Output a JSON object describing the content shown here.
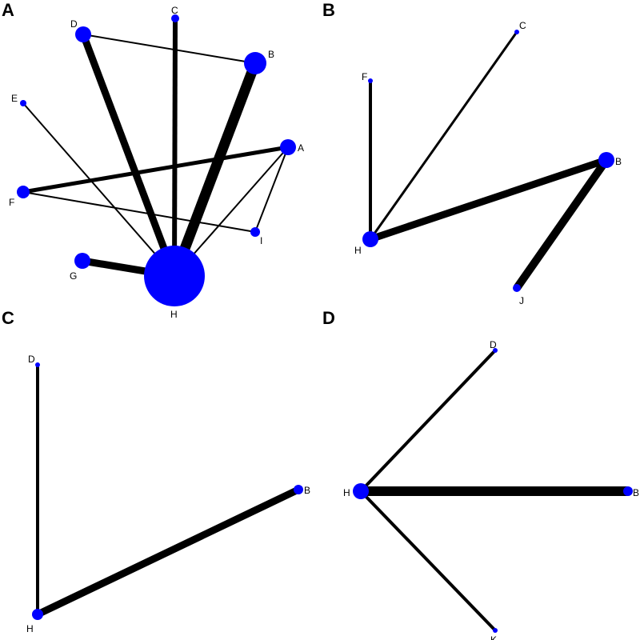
{
  "colors": {
    "node": "#0000ff",
    "edge": "#000000",
    "background": "#ffffff"
  },
  "panels": [
    {
      "label": "A",
      "nodes": [
        "A",
        "B",
        "C",
        "D",
        "E",
        "F",
        "G",
        "H",
        "I"
      ],
      "edges": [
        [
          "D",
          "B"
        ],
        [
          "D",
          "H"
        ],
        [
          "C",
          "H"
        ],
        [
          "B",
          "H"
        ],
        [
          "E",
          "H"
        ],
        [
          "F",
          "A"
        ],
        [
          "F",
          "I"
        ],
        [
          "A",
          "H"
        ],
        [
          "A",
          "I"
        ],
        [
          "G",
          "H"
        ]
      ]
    },
    {
      "label": "B",
      "nodes": [
        "C",
        "F",
        "B",
        "H",
        "J"
      ],
      "edges": [
        [
          "F",
          "H"
        ],
        [
          "C",
          "H"
        ],
        [
          "H",
          "B"
        ],
        [
          "B",
          "J"
        ]
      ]
    },
    {
      "label": "C",
      "nodes": [
        "D",
        "B",
        "H"
      ],
      "edges": [
        [
          "D",
          "H"
        ],
        [
          "H",
          "B"
        ]
      ]
    },
    {
      "label": "D",
      "nodes": [
        "D",
        "H",
        "B",
        "K"
      ],
      "edges": [
        [
          "H",
          "D"
        ],
        [
          "H",
          "B"
        ],
        [
          "H",
          "K"
        ]
      ]
    }
  ]
}
